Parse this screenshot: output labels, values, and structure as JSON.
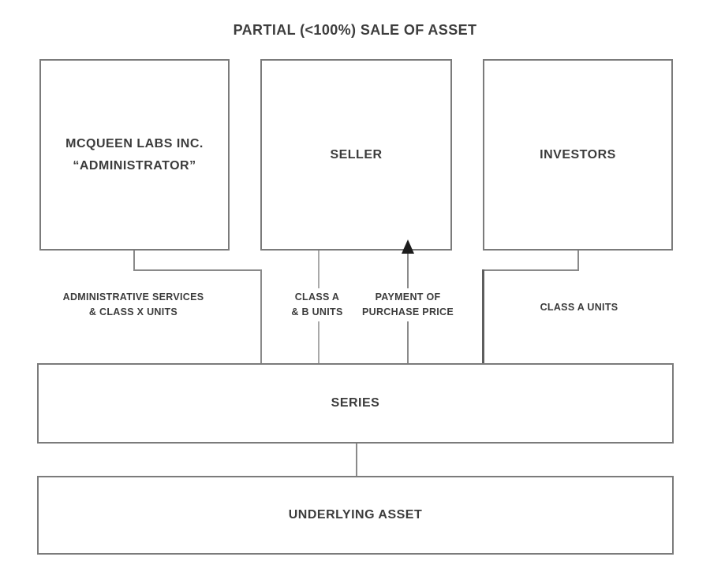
{
  "title": "PARTIAL (<100%) SALE OF ASSET",
  "colors": {
    "background": "#ffffff",
    "box_border": "#7b7b7b",
    "line": "#8a8a8a",
    "line_light": "#a9a9a9",
    "line_dark": "#5e5e5e",
    "text": "#3b3b3b",
    "arrow": "#1c1c1c"
  },
  "nodes": {
    "administrator": {
      "line1": "MCQUEEN LABS INC.",
      "line2": "“ADMINISTRATOR”"
    },
    "seller": {
      "label": "SELLER"
    },
    "investors": {
      "label": "INVESTORS"
    },
    "series": {
      "label": "SERIES"
    },
    "underlying_asset": {
      "label": "UNDERLYING ASSET"
    }
  },
  "edge_labels": {
    "administrative_services": {
      "line1": "ADMINISTRATIVE SERVICES",
      "line2": "& CLASS X UNITS"
    },
    "class_a_b_units": {
      "line1": "CLASS A",
      "line2": "& B UNITS"
    },
    "payment": {
      "line1": "PAYMENT OF",
      "line2": "PURCHASE PRICE"
    },
    "class_a_units": {
      "label": "CLASS A UNITS"
    }
  }
}
